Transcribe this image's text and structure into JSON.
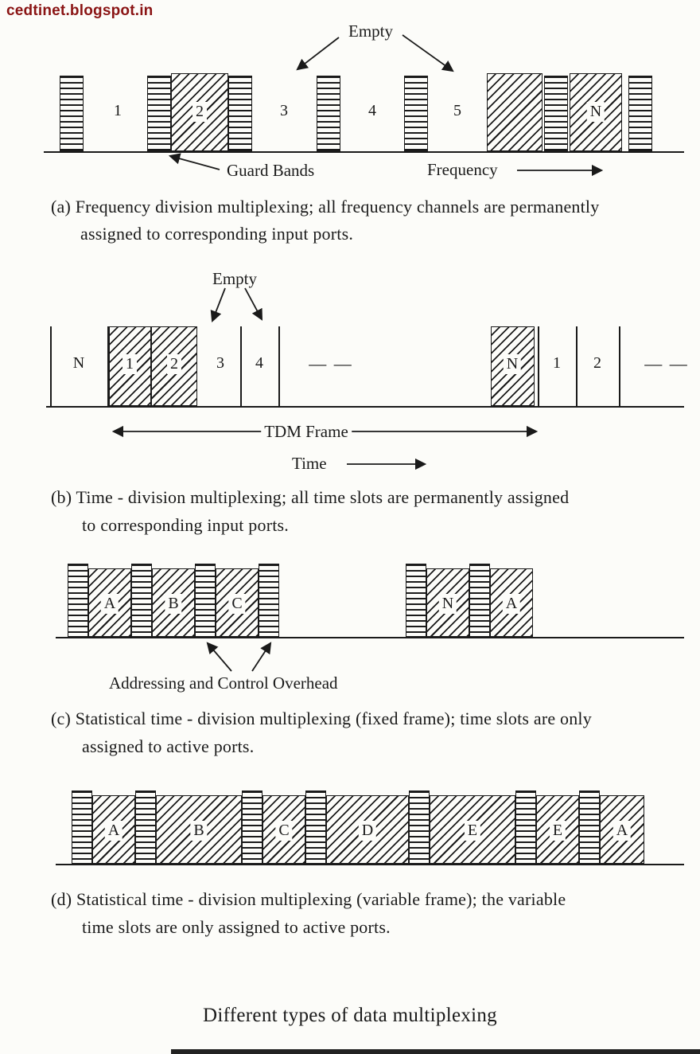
{
  "colors": {
    "ink": "#1a1a1a",
    "watermark_red": "#8a1414",
    "paper": "#fcfcf9"
  },
  "watermark": "cedtinet.blogspot.in",
  "fdm": {
    "empty_label": "Empty",
    "channels": [
      "1",
      "2",
      "3",
      "4",
      "5",
      "N"
    ],
    "guard_bands_label": "Guard Bands",
    "axis_label": "Frequency",
    "caption_line1": "(a)  Frequency division multiplexing; all frequency channels are permanently",
    "caption_line2": "assigned to corresponding input ports."
  },
  "tdm": {
    "empty_label": "Empty",
    "slots": [
      "N",
      "1",
      "2",
      "3",
      "4",
      "N",
      "1",
      "2"
    ],
    "dashes_mid": "— —",
    "dashes_end": "— —",
    "frame_label": "TDM Frame",
    "axis_label": "Time",
    "caption_line1": "(b)  Time - division multiplexing; all time slots are permanently assigned",
    "caption_line2": "to corresponding input ports."
  },
  "stdm_fixed": {
    "slots": [
      "A",
      "B",
      "C",
      "N",
      "A"
    ],
    "overhead_label": "Addressing and Control Overhead",
    "caption_line1": "(c)  Statistical time - division multiplexing (fixed frame); time slots are only",
    "caption_line2": "assigned to active ports."
  },
  "stdm_variable": {
    "slots": [
      "A",
      "B",
      "C",
      "D",
      "E",
      "E",
      "A"
    ],
    "caption_line1": "(d)  Statistical time - division multiplexing (variable frame); the variable",
    "caption_line2": "time slots are only assigned to active ports."
  },
  "footer_title": "Different types of data multiplexing"
}
